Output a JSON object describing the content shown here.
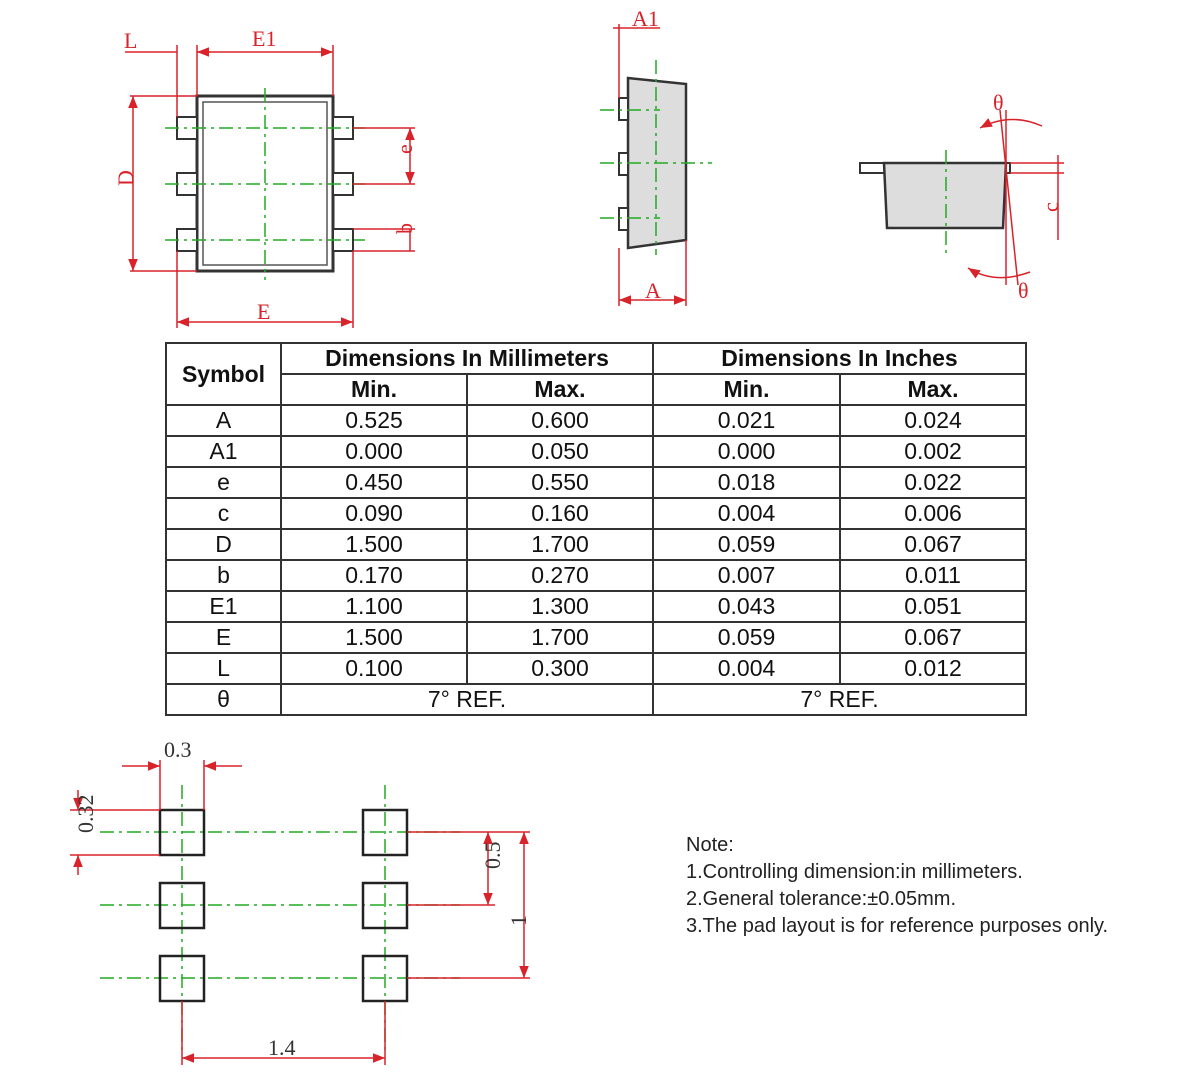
{
  "views": {
    "top": {
      "labels": {
        "L": "L",
        "E1": "E1",
        "D": "D",
        "e": "e",
        "b": "b",
        "E": "E"
      }
    },
    "side": {
      "labels": {
        "A1": "A1",
        "A": "A"
      }
    },
    "end": {
      "labels": {
        "theta_top": "θ",
        "theta_bottom": "θ",
        "c": "c"
      }
    },
    "pad": {
      "labels": {
        "width": "0.3",
        "height": "0.32",
        "pitch": "0.5",
        "span": "1",
        "spacing": "1.4"
      }
    }
  },
  "table": {
    "symbol_header": "Symbol",
    "group_mm": "Dimensions In Millimeters",
    "group_in": "Dimensions In Inches",
    "min": "Min.",
    "max": "Max.",
    "rows": [
      {
        "symbol": "A",
        "mm_min": "0.525",
        "mm_max": "0.600",
        "in_min": "0.021",
        "in_max": "0.024"
      },
      {
        "symbol": "A1",
        "mm_min": "0.000",
        "mm_max": "0.050",
        "in_min": "0.000",
        "in_max": "0.002"
      },
      {
        "symbol": "e",
        "mm_min": "0.450",
        "mm_max": "0.550",
        "in_min": "0.018",
        "in_max": "0.022"
      },
      {
        "symbol": "c",
        "mm_min": "0.090",
        "mm_max": "0.160",
        "in_min": "0.004",
        "in_max": "0.006"
      },
      {
        "symbol": "D",
        "mm_min": "1.500",
        "mm_max": "1.700",
        "in_min": "0.059",
        "in_max": "0.067"
      },
      {
        "symbol": "b",
        "mm_min": "0.170",
        "mm_max": "0.270",
        "in_min": "0.007",
        "in_max": "0.011"
      },
      {
        "symbol": "E1",
        "mm_min": "1.100",
        "mm_max": "1.300",
        "in_min": "0.043",
        "in_max": "0.051"
      },
      {
        "symbol": "E",
        "mm_min": "1.500",
        "mm_max": "1.700",
        "in_min": "0.059",
        "in_max": "0.067"
      },
      {
        "symbol": "L",
        "mm_min": "0.100",
        "mm_max": "0.300",
        "in_min": "0.004",
        "in_max": "0.012"
      }
    ],
    "theta_row": {
      "symbol": "θ",
      "mm": "7° REF.",
      "in": "7° REF."
    }
  },
  "notes": {
    "title": "Note:",
    "items": [
      "1.Controlling dimension:in millimeters.",
      "2.General tolerance:±0.05mm.",
      "3.The pad layout is for reference purposes only."
    ]
  },
  "colors": {
    "dimension": "#d8232a",
    "centerline": "#22aa22",
    "outline": "#333333"
  }
}
